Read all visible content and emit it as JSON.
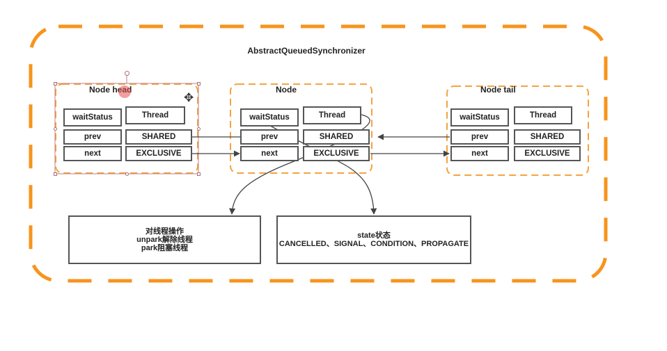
{
  "diagram": {
    "title": "AbstractQueuedSynchronizer",
    "nodes": [
      {
        "title": "Node head",
        "fields": [
          "waitStatus",
          "Thread",
          "prev",
          "SHARED",
          "next",
          "EXCLUSIVE"
        ]
      },
      {
        "title": "Node",
        "fields": [
          "waitStatus",
          "Thread",
          "prev",
          "SHARED",
          "next",
          "EXCLUSIVE"
        ]
      },
      {
        "title": "Node tail",
        "fields": [
          "waitStatus",
          "Thread",
          "prev",
          "SHARED",
          "next",
          "EXCLUSIVE"
        ]
      }
    ],
    "thread_box": {
      "lines": [
        "对线程操作",
        "unpark解除线程",
        "park阻塞线程"
      ]
    },
    "state_box": {
      "lines": [
        "state状态",
        "CANCELLED、SIGNAL、CONDITION、PROPAGATE"
      ]
    },
    "colors": {
      "outer_border": "#f7941d",
      "node_border": "#f4a340",
      "cell_border": "#555555",
      "arrow": "#444444"
    }
  }
}
